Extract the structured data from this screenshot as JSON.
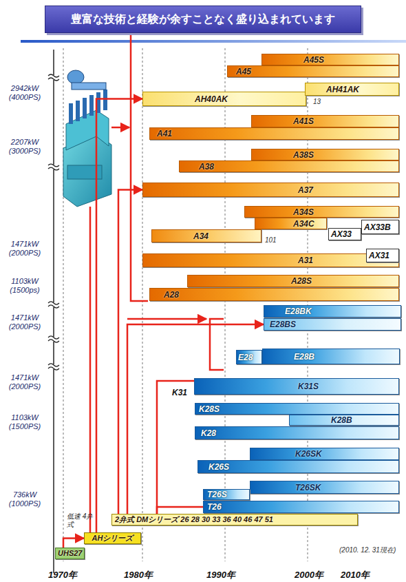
{
  "diagram": {
    "title": "豊富な技術と経験が余すことなく盛り込まれています",
    "nodes": [
      {
        "text": [
          "A45S"
        ]
      },
      {
        "text": [
          "A45"
        ]
      },
      {
        "text": [
          "AH40AK"
        ]
      },
      {
        "text": [
          "AH41AK"
        ]
      },
      {
        "text": [
          "A41S"
        ]
      },
      {
        "text": [
          "A41"
        ]
      },
      {
        "text": [
          "A38S"
        ]
      },
      {
        "text": [
          "A38"
        ]
      },
      {
        "text": [
          "A37"
        ]
      },
      {
        "text": [
          "A34S"
        ]
      },
      {
        "text": [
          "A34C"
        ]
      },
      {
        "text": [
          "AX33"
        ]
      },
      {
        "text": [
          "AX33B"
        ]
      },
      {
        "text": [
          "A34"
        ]
      },
      {
        "text": [
          "A31"
        ]
      },
      {
        "text": [
          "AX31"
        ]
      },
      {
        "text": [
          "A28S"
        ]
      },
      {
        "text": [
          "A28"
        ]
      },
      {
        "text": [
          "E28BK"
        ]
      },
      {
        "text": [
          "E28BS"
        ]
      },
      {
        "text": [
          "E28"
        ]
      },
      {
        "text": [
          "E28B"
        ]
      },
      {
        "text": [
          "K31S"
        ]
      },
      {
        "text": [
          "K28S"
        ]
      },
      {
        "text": [
          "K28B"
        ]
      },
      {
        "text": [
          "K28"
        ]
      },
      {
        "text": [
          "K26SK"
        ]
      },
      {
        "text": [
          "K26S"
        ]
      },
      {
        "text": [
          "T26SK"
        ]
      },
      {
        "text": [
          "T26S"
        ]
      },
      {
        "text": [
          "T26"
        ]
      },
      {
        "text": [
          "2弁式 DMシリーズ 26 28 30 33 36 40 46 47 51"
        ]
      },
      {
        "text": [
          "AHシリーズ"
        ]
      },
      {
        "text": [
          "UHS27"
        ]
      }
    ],
    "edges": [
      {
        "from": 33,
        "to": 32,
        "arrow": "to"
      },
      {
        "from": 32,
        "to": 2,
        "arrow": "to"
      },
      {
        "from": 31,
        "to": 8,
        "arrow": "to"
      },
      {
        "from": 31,
        "to": 19,
        "arrow": "to"
      },
      {
        "from": 31,
        "to": 22,
        "arrow": "none"
      },
      {
        "from": 31,
        "to": 30,
        "arrow": "none"
      }
    ],
    "labels": [
      "2942kW (4000PS)",
      "2207kW (3000PS)",
      "1471kW (2000PS)",
      "1103kW (1500ps)",
      "1471kW (2000PS)",
      "1471kW (2000PS)",
      "1103kW (1500PS)",
      "736kW (1000PS)",
      "13",
      "101",
      "K31",
      "低速 4弁式",
      "(2010. 12. 31現在)",
      "1970年",
      "1980年",
      "1990年",
      "2000年",
      "2010年"
    ]
  }
}
